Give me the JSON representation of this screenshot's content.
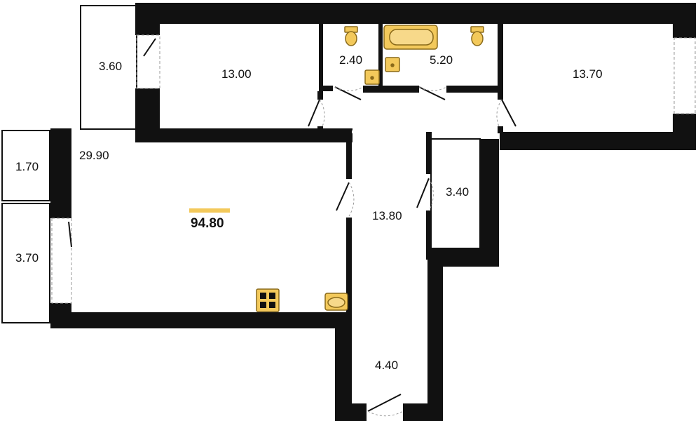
{
  "total_area": "94.80",
  "rooms": {
    "balcony_top": "3.60",
    "bedroom_left": "13.00",
    "toilet": "2.40",
    "bathroom": "5.20",
    "bedroom_right": "13.70",
    "storage_small": "1.70",
    "living_kitchen": "29.90",
    "balcony_left": "3.70",
    "corridor": "13.80",
    "closet": "3.40",
    "hallway": "4.40"
  },
  "colors": {
    "wall": "#111111",
    "fixture_fill": "#f3c95b",
    "fixture_stroke": "#8a6a1a",
    "door_line": "#111111",
    "window_dash": "#999999"
  }
}
